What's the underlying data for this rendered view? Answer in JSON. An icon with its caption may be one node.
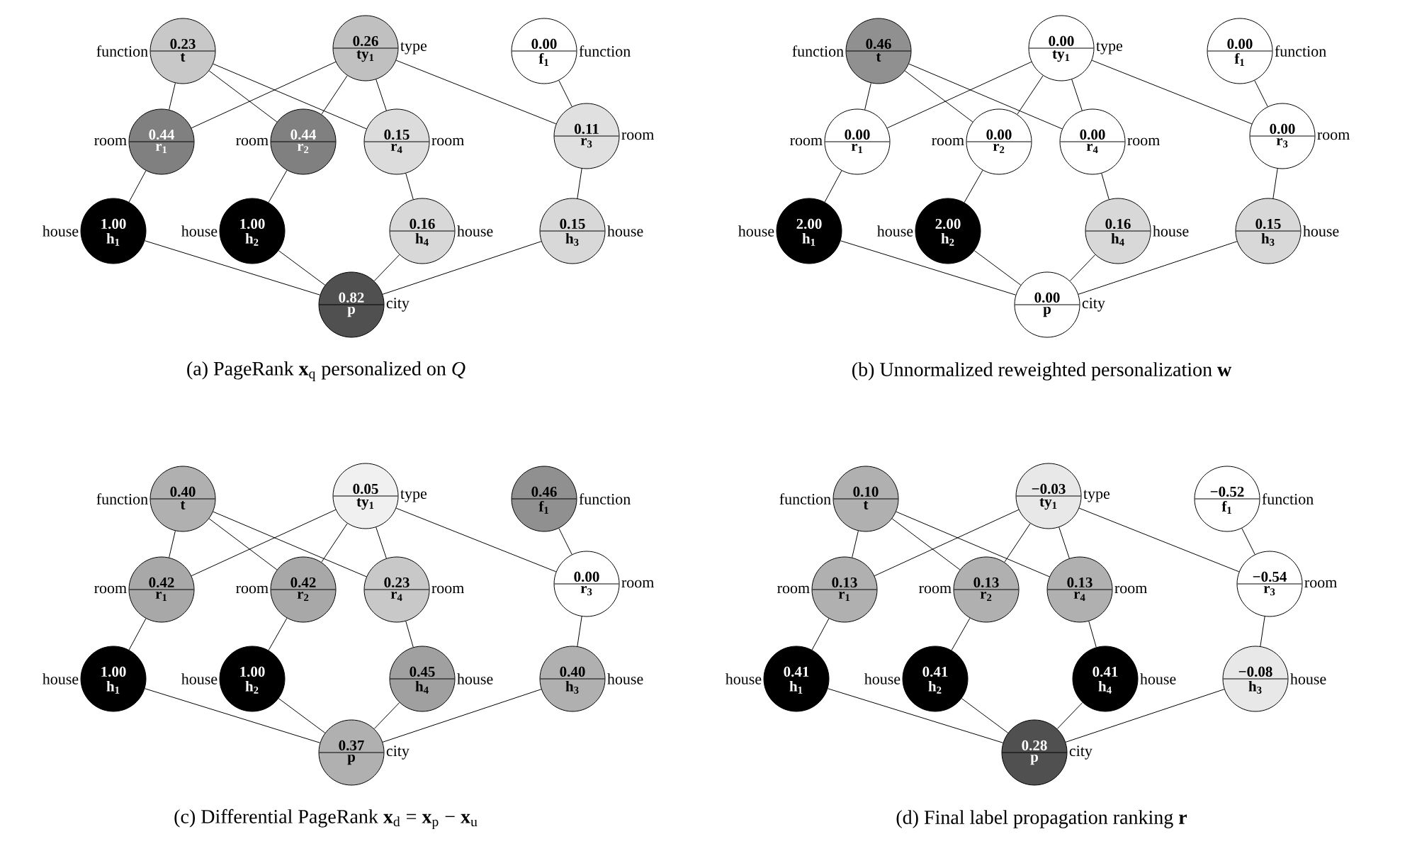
{
  "diagram": {
    "nodes": [
      {
        "text": [
          "0.23",
          "t"
        ],
        "beside": [
          "function"
        ]
      },
      {
        "text": [
          "0.26",
          "ty$_{1}$"
        ],
        "beside": [
          "type"
        ]
      },
      {
        "text": [
          "0.00",
          "f$_{1}$"
        ],
        "beside": [
          "function"
        ]
      },
      {
        "text": [
          "0.44",
          "r$_{1}$"
        ],
        "beside": [
          "room"
        ]
      },
      {
        "text": [
          "0.44",
          "r$_{2}$"
        ],
        "beside": [
          "room"
        ]
      },
      {
        "text": [
          "0.15",
          "r$_{4}$"
        ],
        "beside": [
          "room"
        ]
      },
      {
        "text": [
          "0.11",
          "r$_{3}$"
        ],
        "beside": [
          "room"
        ]
      },
      {
        "text": [
          "1.00",
          "h$_{1}$"
        ],
        "beside": [
          "house"
        ]
      },
      {
        "text": [
          "1.00",
          "h$_{2}$"
        ],
        "beside": [
          "house"
        ]
      },
      {
        "text": [
          "0.16",
          "h$_{4}$"
        ],
        "beside": [
          "house"
        ]
      },
      {
        "text": [
          "0.15",
          "h$_{3}$"
        ],
        "beside": [
          "house"
        ]
      },
      {
        "text": [
          "0.82",
          "p"
        ],
        "beside": [
          "city"
        ]
      },
      {
        "text": [
          "0.46",
          "t"
        ],
        "beside": [
          "function"
        ]
      },
      {
        "text": [
          "0.00",
          "ty$_{1}$"
        ],
        "beside": [
          "type"
        ]
      },
      {
        "text": [
          "0.00",
          "f$_{1}$"
        ],
        "beside": [
          "function"
        ]
      },
      {
        "text": [
          "0.00",
          "r$_{1}$"
        ],
        "beside": [
          "room"
        ]
      },
      {
        "text": [
          "0.00",
          "r$_{2}$"
        ],
        "beside": [
          "room"
        ]
      },
      {
        "text": [
          "0.00",
          "r$_{4}$"
        ],
        "beside": [
          "room"
        ]
      },
      {
        "text": [
          "0.00",
          "r$_{3}$"
        ],
        "beside": [
          "room"
        ]
      },
      {
        "text": [
          "2.00",
          "h$_{1}$"
        ],
        "beside": [
          "house"
        ]
      },
      {
        "text": [
          "2.00",
          "h$_{2}$"
        ],
        "beside": [
          "house"
        ]
      },
      {
        "text": [
          "0.16",
          "h$_{4}$"
        ],
        "beside": [
          "house"
        ]
      },
      {
        "text": [
          "0.15",
          "h$_{3}$"
        ],
        "beside": [
          "house"
        ]
      },
      {
        "text": [
          "0.00",
          "p"
        ],
        "beside": [
          "city"
        ]
      },
      {
        "text": [
          "0.40",
          "t"
        ],
        "beside": [
          "function"
        ]
      },
      {
        "text": [
          "0.05",
          "ty$_{1}$"
        ],
        "beside": [
          "type"
        ]
      },
      {
        "text": [
          "0.46",
          "f$_{1}$"
        ],
        "beside": [
          "function"
        ]
      },
      {
        "text": [
          "0.42",
          "r$_{1}$"
        ],
        "beside": [
          "room"
        ]
      },
      {
        "text": [
          "0.42",
          "r$_{2}$"
        ],
        "beside": [
          "room"
        ]
      },
      {
        "text": [
          "0.23",
          "r$_{4}$"
        ],
        "beside": [
          "room"
        ]
      },
      {
        "text": [
          "0.00",
          "r$_{3}$"
        ],
        "beside": [
          "room"
        ]
      },
      {
        "text": [
          "1.00",
          "h$_{1}$"
        ],
        "beside": [
          "house"
        ]
      },
      {
        "text": [
          "1.00",
          "h$_{2}$"
        ],
        "beside": [
          "house"
        ]
      },
      {
        "text": [
          "0.45",
          "h$_{4}$"
        ],
        "beside": [
          "house"
        ]
      },
      {
        "text": [
          "0.40",
          "h$_{3}$"
        ],
        "beside": [
          "house"
        ]
      },
      {
        "text": [
          "0.37",
          "p"
        ],
        "beside": [
          "city"
        ]
      },
      {
        "text": [
          "0.10",
          "t"
        ],
        "beside": [
          "function"
        ]
      },
      {
        "text": [
          "−0.03",
          "ty$_{1}$"
        ],
        "beside": [
          "type"
        ]
      },
      {
        "text": [
          "−0.52",
          "f$_{1}$"
        ],
        "beside": [
          "function"
        ]
      },
      {
        "text": [
          "0.13",
          "r$_{1}$"
        ],
        "beside": [
          "room"
        ]
      },
      {
        "text": [
          "0.13",
          "r$_{2}$"
        ],
        "beside": [
          "room"
        ]
      },
      {
        "text": [
          "0.13",
          "r$_{4}$"
        ],
        "beside": [
          "room"
        ]
      },
      {
        "text": [
          "−0.54",
          "r$_{3}$"
        ],
        "beside": [
          "room"
        ]
      },
      {
        "text": [
          "0.41",
          "h$_{1}$"
        ],
        "beside": [
          "house"
        ]
      },
      {
        "text": [
          "0.41",
          "h$_{2}$"
        ],
        "beside": [
          "house"
        ]
      },
      {
        "text": [
          "0.41",
          "h$_{4}$"
        ],
        "beside": [
          "house"
        ]
      },
      {
        "text": [
          "−0.08",
          "h$_{3}$"
        ],
        "beside": [
          "house"
        ]
      },
      {
        "text": [
          "0.28",
          "p"
        ],
        "beside": [
          "city"
        ]
      }
    ],
    "edges": [
      {
        "from": 0,
        "to": 3,
        "arrow": "none"
      },
      {
        "from": 0,
        "to": 4,
        "arrow": "none"
      },
      {
        "from": 0,
        "to": 5,
        "arrow": "none"
      },
      {
        "from": 1,
        "to": 3,
        "arrow": "none"
      },
      {
        "from": 1,
        "to": 4,
        "arrow": "none"
      },
      {
        "from": 1,
        "to": 5,
        "arrow": "none"
      },
      {
        "from": 1,
        "to": 6,
        "arrow": "none"
      },
      {
        "from": 2,
        "to": 6,
        "arrow": "none"
      },
      {
        "from": 3,
        "to": 7,
        "arrow": "none"
      },
      {
        "from": 4,
        "to": 8,
        "arrow": "none"
      },
      {
        "from": 5,
        "to": 9,
        "arrow": "none"
      },
      {
        "from": 6,
        "to": 10,
        "arrow": "none"
      },
      {
        "from": 7,
        "to": 11,
        "arrow": "none"
      },
      {
        "from": 8,
        "to": 11,
        "arrow": "none"
      },
      {
        "from": 9,
        "to": 11,
        "arrow": "none"
      },
      {
        "from": 10,
        "to": 11,
        "arrow": "none"
      },
      {
        "from": 12,
        "to": 15,
        "arrow": "none"
      },
      {
        "from": 12,
        "to": 16,
        "arrow": "none"
      },
      {
        "from": 12,
        "to": 17,
        "arrow": "none"
      },
      {
        "from": 13,
        "to": 15,
        "arrow": "none"
      },
      {
        "from": 13,
        "to": 16,
        "arrow": "none"
      },
      {
        "from": 13,
        "to": 17,
        "arrow": "none"
      },
      {
        "from": 13,
        "to": 18,
        "arrow": "none"
      },
      {
        "from": 14,
        "to": 18,
        "arrow": "none"
      },
      {
        "from": 15,
        "to": 19,
        "arrow": "none"
      },
      {
        "from": 16,
        "to": 20,
        "arrow": "none"
      },
      {
        "from": 17,
        "to": 21,
        "arrow": "none"
      },
      {
        "from": 18,
        "to": 22,
        "arrow": "none"
      },
      {
        "from": 19,
        "to": 23,
        "arrow": "none"
      },
      {
        "from": 20,
        "to": 23,
        "arrow": "none"
      },
      {
        "from": 21,
        "to": 23,
        "arrow": "none"
      },
      {
        "from": 22,
        "to": 23,
        "arrow": "none"
      },
      {
        "from": 24,
        "to": 27,
        "arrow": "none"
      },
      {
        "from": 24,
        "to": 28,
        "arrow": "none"
      },
      {
        "from": 24,
        "to": 29,
        "arrow": "none"
      },
      {
        "from": 25,
        "to": 27,
        "arrow": "none"
      },
      {
        "from": 25,
        "to": 28,
        "arrow": "none"
      },
      {
        "from": 25,
        "to": 29,
        "arrow": "none"
      },
      {
        "from": 25,
        "to": 30,
        "arrow": "none"
      },
      {
        "from": 26,
        "to": 30,
        "arrow": "none"
      },
      {
        "from": 27,
        "to": 31,
        "arrow": "none"
      },
      {
        "from": 28,
        "to": 32,
        "arrow": "none"
      },
      {
        "from": 29,
        "to": 33,
        "arrow": "none"
      },
      {
        "from": 30,
        "to": 34,
        "arrow": "none"
      },
      {
        "from": 31,
        "to": 35,
        "arrow": "none"
      },
      {
        "from": 32,
        "to": 35,
        "arrow": "none"
      },
      {
        "from": 33,
        "to": 35,
        "arrow": "none"
      },
      {
        "from": 34,
        "to": 35,
        "arrow": "none"
      },
      {
        "from": 36,
        "to": 39,
        "arrow": "none"
      },
      {
        "from": 36,
        "to": 40,
        "arrow": "none"
      },
      {
        "from": 36,
        "to": 41,
        "arrow": "none"
      },
      {
        "from": 37,
        "to": 39,
        "arrow": "none"
      },
      {
        "from": 37,
        "to": 40,
        "arrow": "none"
      },
      {
        "from": 37,
        "to": 41,
        "arrow": "none"
      },
      {
        "from": 37,
        "to": 42,
        "arrow": "none"
      },
      {
        "from": 38,
        "to": 42,
        "arrow": "none"
      },
      {
        "from": 39,
        "to": 43,
        "arrow": "none"
      },
      {
        "from": 40,
        "to": 44,
        "arrow": "none"
      },
      {
        "from": 41,
        "to": 45,
        "arrow": "none"
      },
      {
        "from": 42,
        "to": 46,
        "arrow": "none"
      },
      {
        "from": 43,
        "to": 47,
        "arrow": "none"
      },
      {
        "from": 44,
        "to": 47,
        "arrow": "none"
      },
      {
        "from": 45,
        "to": 47,
        "arrow": "none"
      },
      {
        "from": 46,
        "to": 47,
        "arrow": "none"
      }
    ],
    "labels": [
      "(a) PageRank **x**$_{q}$ personalized on *Q*",
      "(b) Unnormalized reweighted personalization **w**",
      "(c) Differential PageRank **x**$_{d}$ = **x**$_{p}$ − **x**$_{u}$",
      "(d) Final label propagation ranking **r**"
    ]
  }
}
